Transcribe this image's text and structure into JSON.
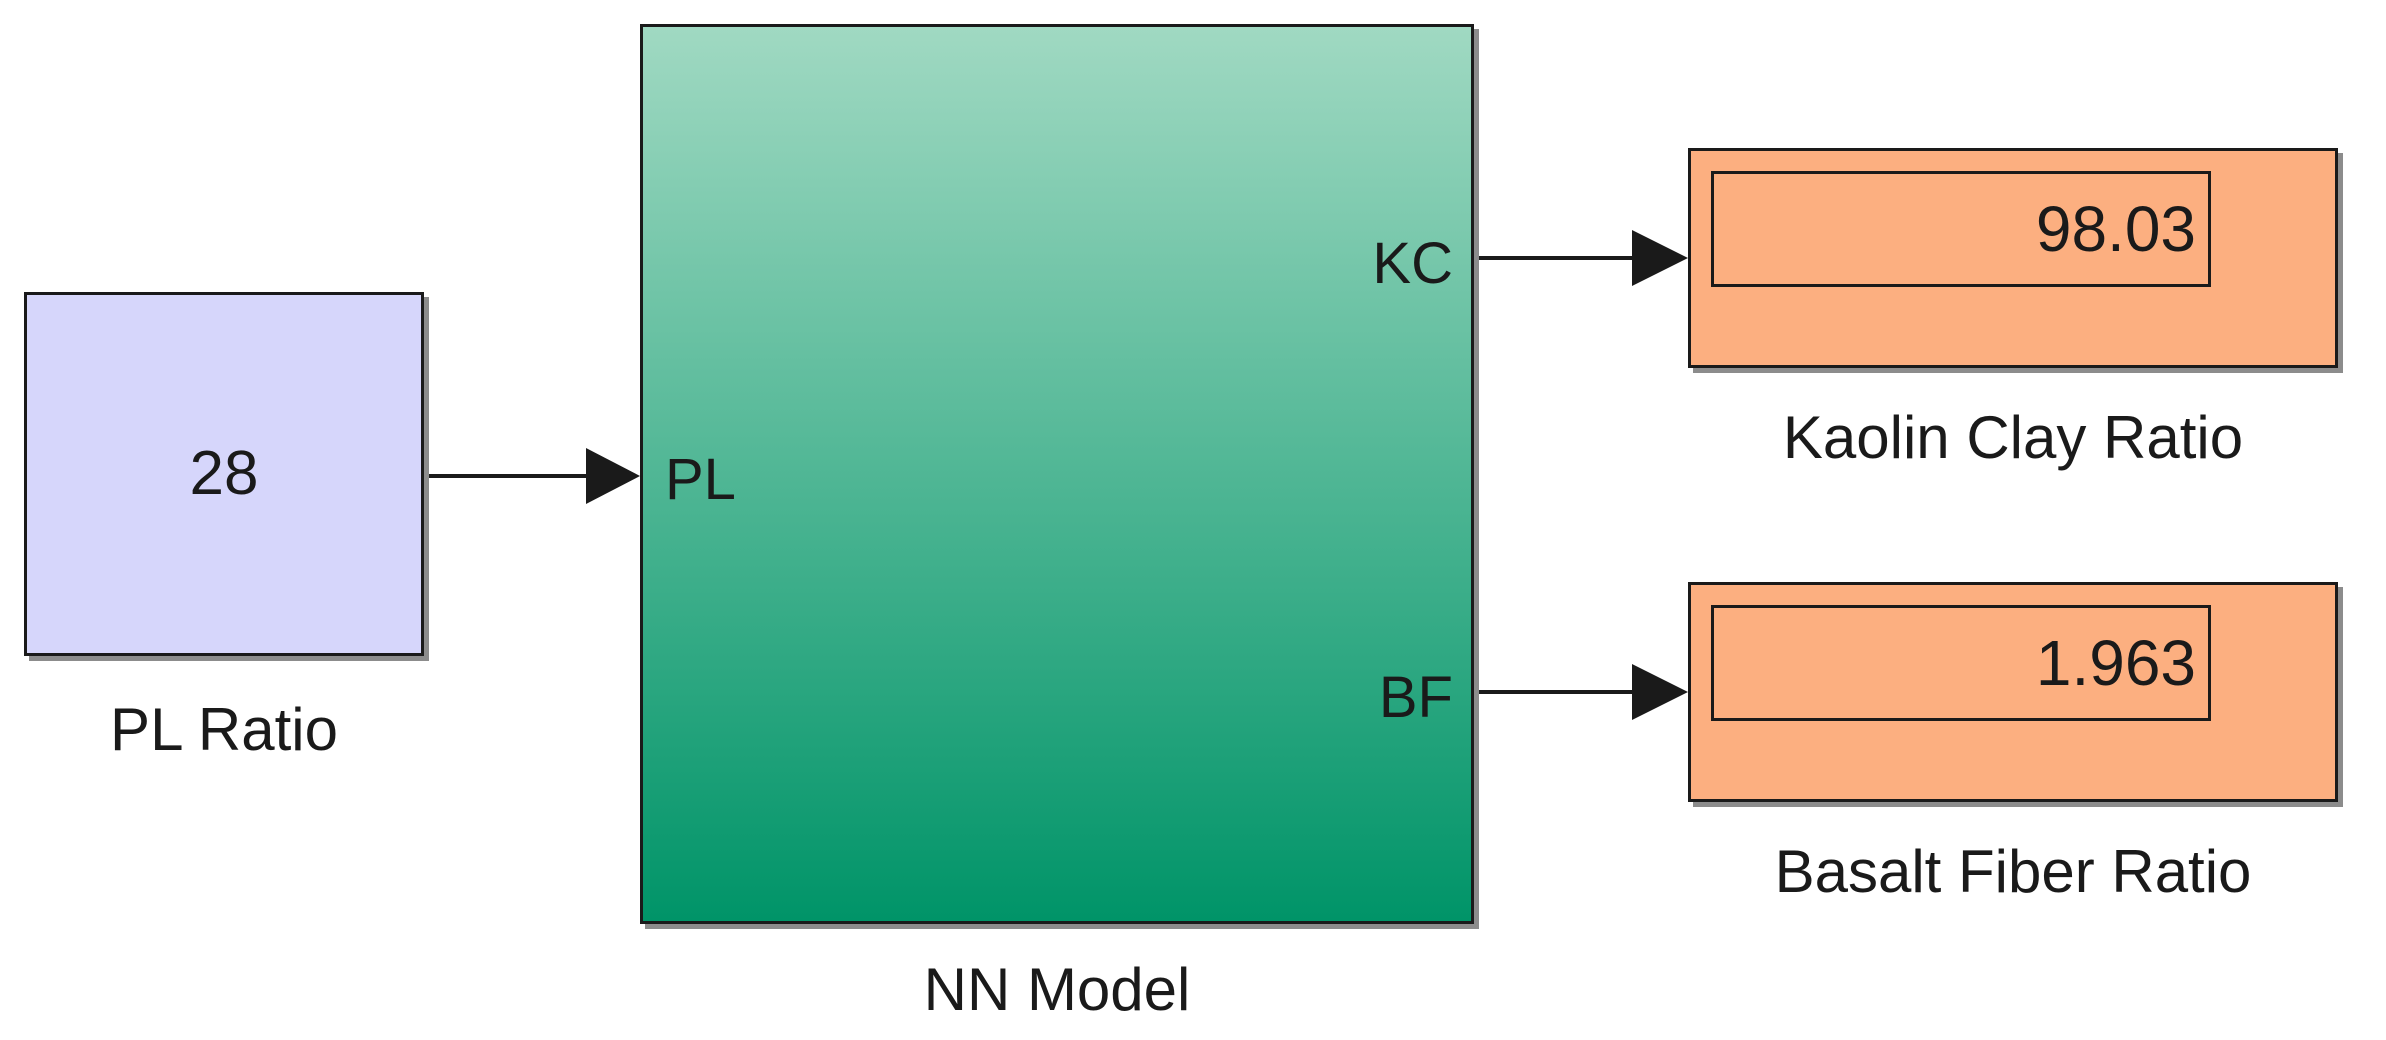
{
  "constant_block": {
    "value": "28",
    "label": "PL Ratio",
    "fill": "#d6d6fb"
  },
  "nn_block": {
    "label": "NN Model",
    "input_port": "PL",
    "output_ports": [
      "KC",
      "BF"
    ],
    "fill_top": "#a0d9c2",
    "fill_bottom": "#009468"
  },
  "displays": [
    {
      "value": "98.03",
      "label": "Kaolin Clay Ratio",
      "fill": "#fcaf80"
    },
    {
      "value": "1.963",
      "label": "Basalt Fiber Ratio",
      "fill": "#fcaf80"
    }
  ]
}
